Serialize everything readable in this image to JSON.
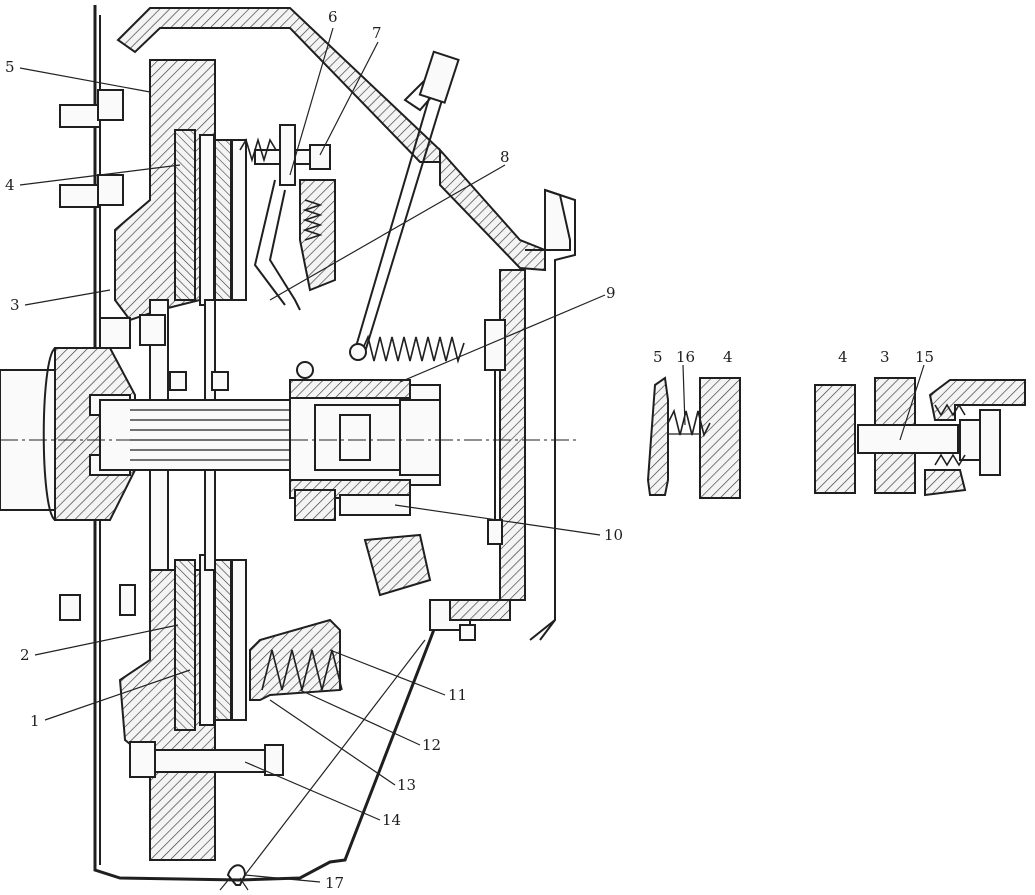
{
  "main_diagram": {
    "callouts": [
      {
        "id": "c1",
        "label": "1"
      },
      {
        "id": "c2",
        "label": "2"
      },
      {
        "id": "c3",
        "label": "3"
      },
      {
        "id": "c4",
        "label": "4"
      },
      {
        "id": "c5",
        "label": "5"
      },
      {
        "id": "c6",
        "label": "6"
      },
      {
        "id": "c7",
        "label": "7"
      },
      {
        "id": "c8",
        "label": "8"
      },
      {
        "id": "c9",
        "label": "9"
      },
      {
        "id": "c10",
        "label": "10"
      },
      {
        "id": "c11",
        "label": "11"
      },
      {
        "id": "c12",
        "label": "12"
      },
      {
        "id": "c13",
        "label": "13"
      },
      {
        "id": "c14",
        "label": "14"
      },
      {
        "id": "c17",
        "label": "17"
      }
    ]
  },
  "detail_a": {
    "callouts": [
      {
        "id": "a5",
        "label": "5"
      },
      {
        "id": "a16",
        "label": "16"
      },
      {
        "id": "a4",
        "label": "4"
      }
    ]
  },
  "detail_b": {
    "callouts": [
      {
        "id": "b4",
        "label": "4"
      },
      {
        "id": "b3",
        "label": "3"
      },
      {
        "id": "b15",
        "label": "15"
      }
    ]
  }
}
